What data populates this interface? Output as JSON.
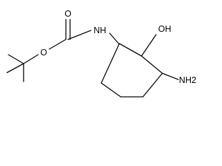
{
  "molecule": {
    "atoms": {
      "carbonyl_oxygen": "O",
      "ester_oxygen": "O",
      "amide_nh": "NH",
      "hydroxyl": "OH",
      "amine": "NH2"
    }
  },
  "colors": {
    "bond": "#000000",
    "text": "#000000",
    "background": "#ffffff"
  }
}
